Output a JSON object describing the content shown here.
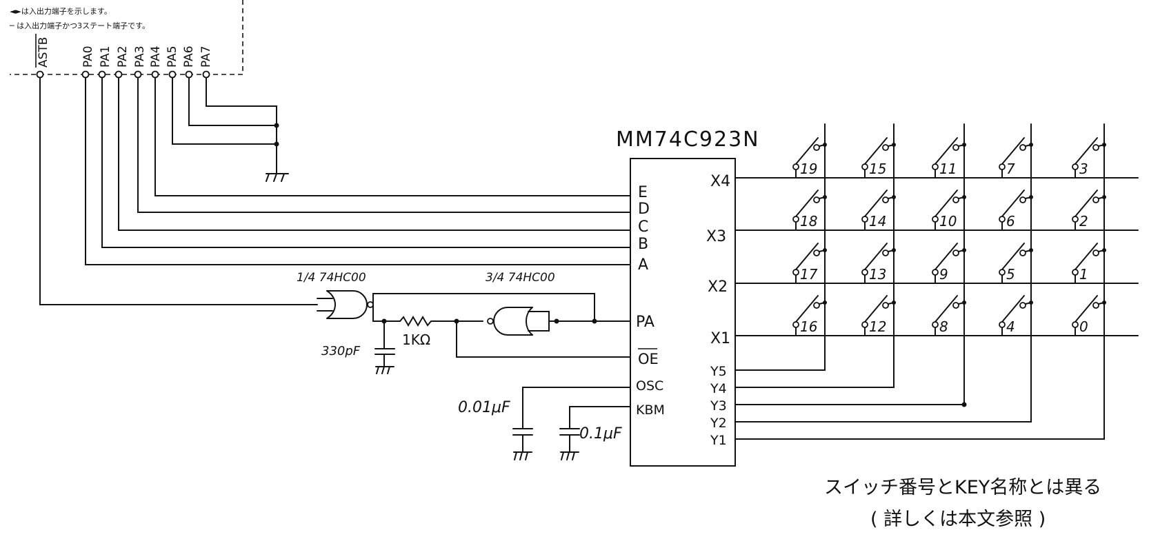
{
  "legend": {
    "bidirectional": "◄►は入出力端子を示します。",
    "tristate": "─ は入出力端子かつ3ステート端子です。"
  },
  "port_pins": [
    "PA0",
    "PA1",
    "PA2",
    "PA3",
    "PA4",
    "PA5",
    "PA6",
    "PA7"
  ],
  "strobe_pin": "ASTB",
  "chip": {
    "name": "MM74C923N",
    "left_pins": [
      "E",
      "D",
      "C",
      "B",
      "A",
      "PA",
      "OE",
      "OSC",
      "KBM"
    ],
    "right_pins": [
      "X4",
      "X3",
      "X2",
      "X1",
      "Y5",
      "Y4",
      "Y3",
      "Y2",
      "Y1"
    ]
  },
  "gates": {
    "gate1": "1/4 74HC00",
    "gate2": "3/4 74HC00"
  },
  "components": {
    "resistor": "1KΩ",
    "cap_rc": "330pF",
    "cap_osc": "0.01μF",
    "cap_kbm": "0.1μF"
  },
  "switch_matrix": {
    "rows": [
      [
        "19",
        "15",
        "11",
        "7",
        "3"
      ],
      [
        "18",
        "14",
        "10",
        "6",
        "2"
      ],
      [
        "17",
        "13",
        "9",
        "5",
        "1"
      ],
      [
        "16",
        "12",
        "8",
        "4",
        "0"
      ]
    ]
  },
  "note": {
    "line1": "スイッチ番号とKEY名称とは異る",
    "line2": "( 詳しくは本文参照 )"
  }
}
